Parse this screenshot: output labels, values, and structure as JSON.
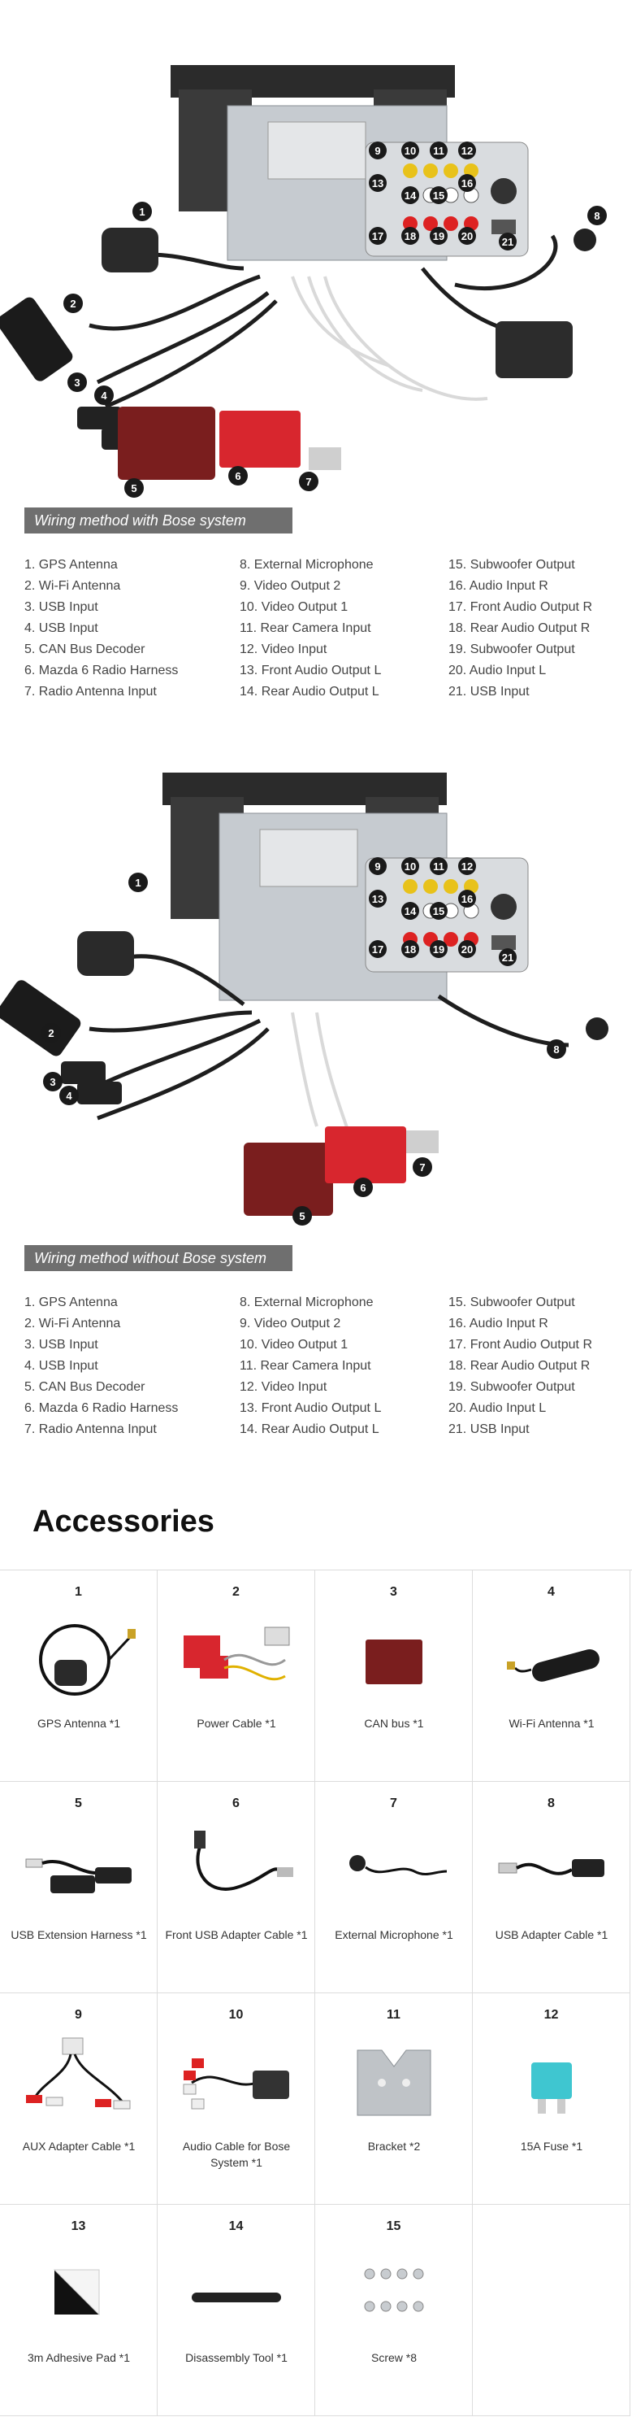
{
  "diagrams": [
    {
      "banner": "Wiring method with Bose system",
      "legend": [
        [
          "1. GPS Antenna",
          "2. Wi-Fi Antenna",
          "3. USB Input",
          "4. USB Input",
          "5. CAN Bus Decoder",
          "6. Mazda 6 Radio Harness",
          "7. Radio Antenna Input"
        ],
        [
          "8.  External Microphone",
          "9.  Video Output 2",
          "10. Video Output 1",
          "11. Rear Camera Input",
          "12. Video Input",
          "13. Front Audio Output L",
          "14. Rear Audio Output L"
        ],
        [
          "15. Subwoofer Output",
          "16. Audio Input R",
          "17. Front Audio Output R",
          "18. Rear Audio Output R",
          "19. Subwoofer Output",
          "20. Audio Input L",
          "21. USB Input"
        ]
      ]
    },
    {
      "banner": "Wiring method without Bose system",
      "legend": [
        [
          "1. GPS Antenna",
          "2. Wi-Fi Antenna",
          "3. USB Input",
          "4. USB Input",
          "5. CAN Bus Decoder",
          "6. Mazda 6 Radio Harness",
          "7. Radio Antenna Input"
        ],
        [
          "8.  External Microphone",
          "9.  Video Output 2",
          "10. Video Output 1",
          "11. Rear Camera Input",
          "12. Video Input",
          "13. Front Audio Output L",
          "14. Rear Audio Output L"
        ],
        [
          "15. Subwoofer Output",
          "16. Audio Input R",
          "17. Front Audio Output R",
          "18. Rear Audio Output R",
          "19. Subwoofer Output",
          "20. Audio Input L",
          "21. USB Input"
        ]
      ]
    }
  ],
  "accessories_title": "Accessories",
  "accessories": [
    {
      "num": "1",
      "label": "GPS Antenna *1",
      "icon": "gps-antenna-icon"
    },
    {
      "num": "2",
      "label": "Power Cable *1",
      "icon": "power-cable-icon"
    },
    {
      "num": "3",
      "label": "CAN bus *1",
      "icon": "can-bus-icon"
    },
    {
      "num": "4",
      "label": "Wi-Fi Antenna *1",
      "icon": "wifi-antenna-icon"
    },
    {
      "num": "5",
      "label": "USB Extension Harness *1",
      "icon": "usb-extension-icon"
    },
    {
      "num": "6",
      "label": "Front USB Adapter Cable *1",
      "icon": "front-usb-cable-icon"
    },
    {
      "num": "7",
      "label": "External Microphone *1",
      "icon": "microphone-icon"
    },
    {
      "num": "8",
      "label": "USB Adapter Cable *1",
      "icon": "usb-adapter-cable-icon"
    },
    {
      "num": "9",
      "label": "AUX Adapter Cable *1",
      "icon": "aux-cable-icon"
    },
    {
      "num": "10",
      "label": "Audio Cable for Bose System *1",
      "icon": "bose-audio-cable-icon"
    },
    {
      "num": "11",
      "label": "Bracket *2",
      "icon": "bracket-icon"
    },
    {
      "num": "12",
      "label": "15A Fuse *1",
      "icon": "fuse-icon"
    },
    {
      "num": "13",
      "label": "3m Adhesive Pad *1",
      "icon": "adhesive-pad-icon"
    },
    {
      "num": "14",
      "label": "Disassembly Tool *1",
      "icon": "disassembly-tool-icon"
    },
    {
      "num": "15",
      "label": "Screw *8",
      "icon": "screw-icon"
    }
  ],
  "colors": {
    "banner": "#6f6f6f",
    "unit": "#b9bec4",
    "can_bus": "#7a1e1e",
    "harness": "#d8262e",
    "fuse": "#3fc6d0"
  }
}
